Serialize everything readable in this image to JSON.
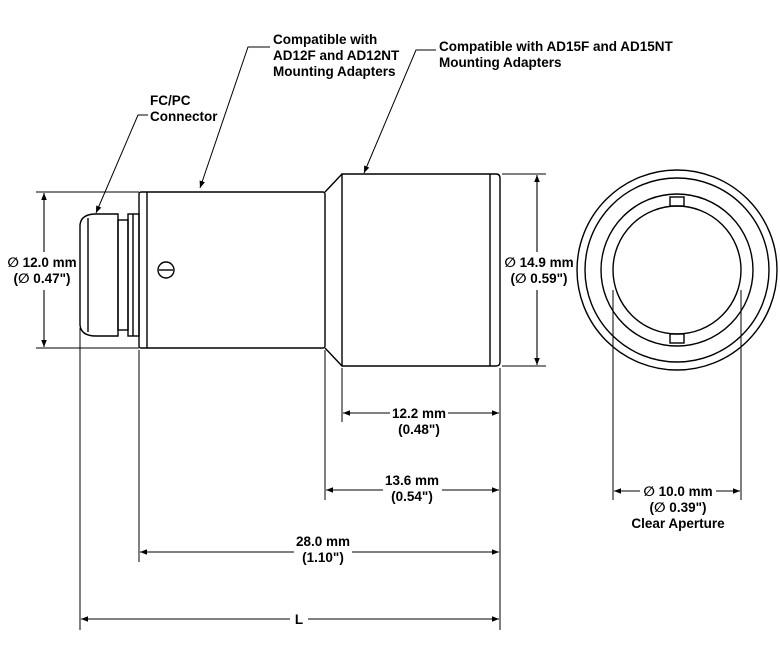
{
  "labels": {
    "fc_line1": "FC/PC",
    "fc_line2": "Connector",
    "ad12_line1": "Compatible with",
    "ad12_line2": "AD12F and AD12NT",
    "ad12_line3": "Mounting Adapters",
    "ad15_line1": "Compatible with AD15F and AD15NT",
    "ad15_line2": "Mounting Adapters"
  },
  "dimensions": {
    "dia12_mm": "∅ 12.0 mm",
    "dia12_in": "(∅ 0.47\")",
    "dia149_mm": "∅ 14.9 mm",
    "dia149_in": "(∅ 0.59\")",
    "len122_mm": "12.2 mm",
    "len122_in": "(0.48\")",
    "len136_mm": "13.6 mm",
    "len136_in": "(0.54\")",
    "len280_mm": "28.0 mm",
    "len280_in": "(1.10\")",
    "total": "L",
    "aperture_mm": "∅ 10.0 mm",
    "aperture_in": "(∅ 0.39\")",
    "aperture_label": "Clear Aperture"
  },
  "colors": {
    "line": "#000000",
    "background": "#ffffff"
  }
}
